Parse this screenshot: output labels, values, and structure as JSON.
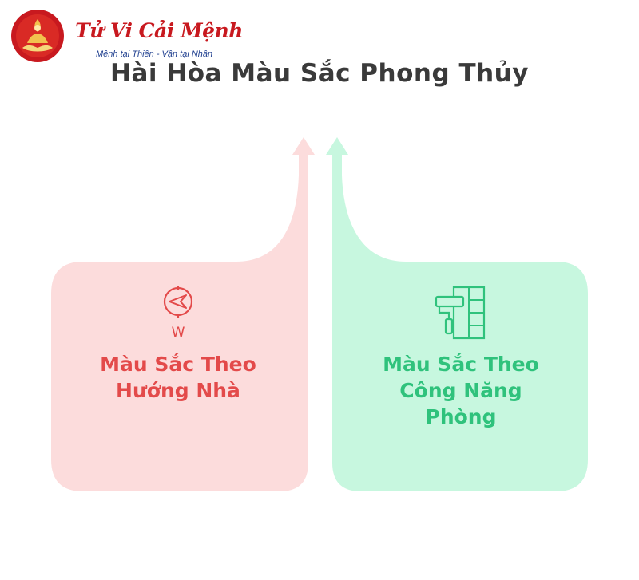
{
  "logo": {
    "name": "Tử Vi Cải Mệnh",
    "slogan": "Mệnh tại Thiên - Vận tại Nhân"
  },
  "title": "Hài Hòa Màu Sắc Phong Thủy",
  "branches": [
    {
      "label": "Màu Sắc Theo Hướng Nhà",
      "icon": "compass-west-icon",
      "icon_text": "W",
      "fill_color": "#fcdcdc",
      "text_color": "#e34a4a"
    },
    {
      "label": "Màu Sắc Theo Công Năng Phòng",
      "icon": "paint-roller-wall-icon",
      "fill_color": "#c7f7df",
      "text_color": "#2fc27c"
    }
  ]
}
